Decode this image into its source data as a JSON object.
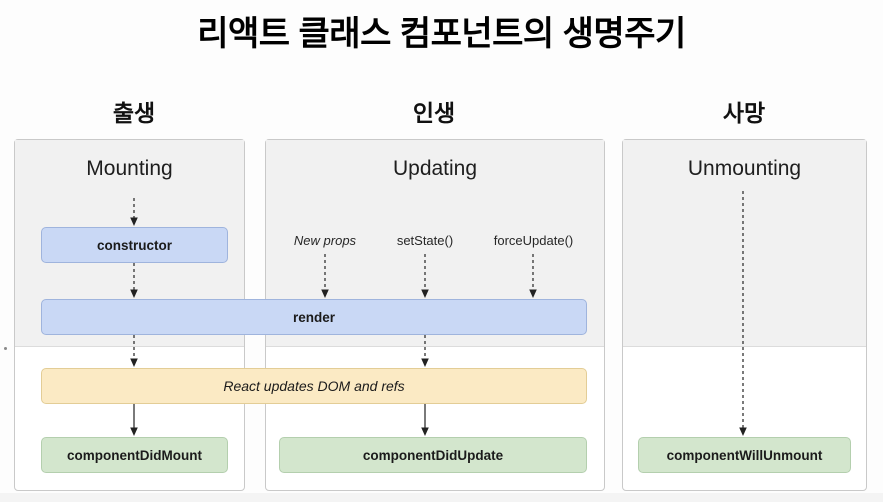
{
  "title": "리액트 클래스 컴포넌트의 생명주기",
  "stage_labels": {
    "birth": "출생",
    "life": "인생",
    "death": "사망"
  },
  "panels": {
    "mounting": {
      "title": "Mounting",
      "nodes": {
        "constructor": "constructor",
        "did_mount": "componentDidMount"
      }
    },
    "updating": {
      "title": "Updating",
      "triggers": {
        "new_props": "New props",
        "set_state": "setState()",
        "force_update": "forceUpdate()"
      },
      "nodes": {
        "did_update": "componentDidUpdate"
      }
    },
    "unmounting": {
      "title": "Unmounting",
      "nodes": {
        "will_unmount": "componentWillUnmount"
      }
    }
  },
  "shared_nodes": {
    "render": "render",
    "react_updates": "React updates DOM and refs"
  },
  "colors": {
    "render_box": "#c9d8f5",
    "constructor_box": "#c9d8f5",
    "commit_box": "#fbeac4",
    "lifecycle_box": "#d3e6cd",
    "panel_top": "#f1f1f1",
    "panel_border": "#c9c9c9",
    "background": "#fdfdfd"
  }
}
